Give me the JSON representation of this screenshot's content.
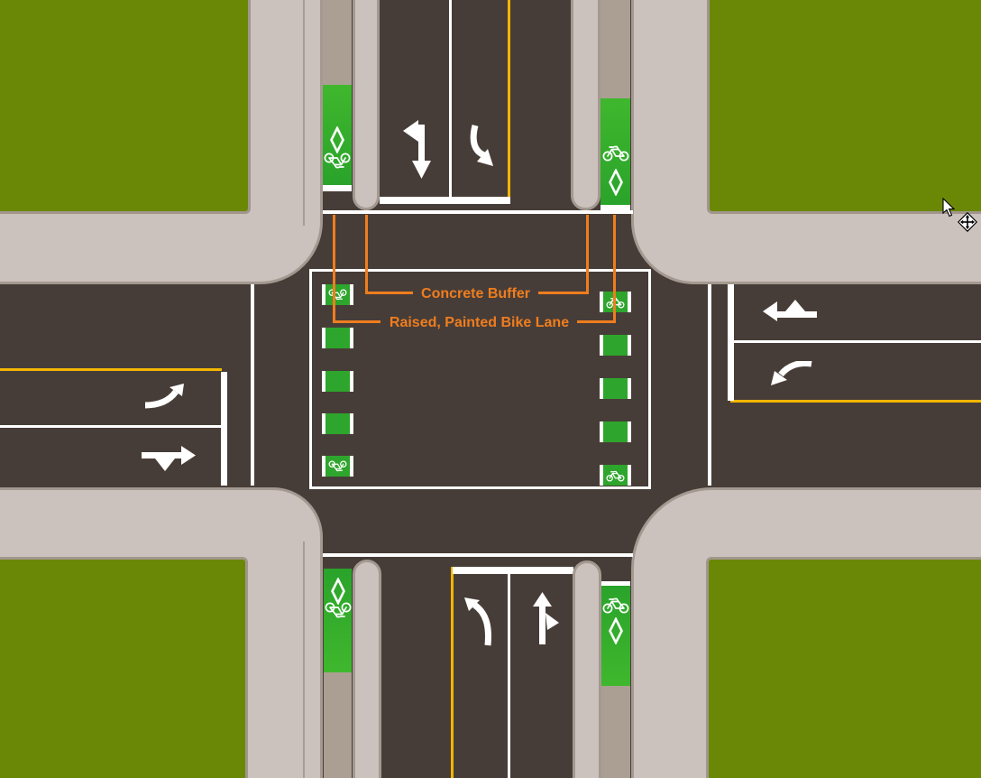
{
  "diagram": {
    "type": "intersection-plan-view",
    "annotations": [
      {
        "id": "concrete-buffer",
        "label": "Concrete Buffer",
        "points_to": "raised concrete buffer islands between travel lanes and bike lanes"
      },
      {
        "id": "raised-bike-lane",
        "label": "Raised, Painted Bike Lane",
        "points_to": "green painted raised bike lanes"
      }
    ],
    "annotation_color": "#ef7d1e",
    "colors": {
      "road": "#473d38",
      "sidewalk": "#cbc2bd",
      "curb_outline": "#a49990",
      "unpainted_concrete_lane": "#ab9f93",
      "grass": "#6a8806",
      "bike_lane_green": "#36b02c",
      "bike_lane_green_dark": "#2aa32b",
      "marking_white": "#ffffff",
      "centerline_yellow": "#f2b600"
    },
    "legs": {
      "north": {
        "bike_lane_left_symbols": [
          "diamond",
          "bicycle"
        ],
        "bike_lane_right_symbols": [
          "bicycle",
          "diamond"
        ],
        "lane_markings": [
          "left-through combo arrow",
          "right-turn curve arrow"
        ],
        "stop_bar": true
      },
      "south": {
        "bike_lane_left_symbols": [
          "diamond",
          "bicycle"
        ],
        "bike_lane_right_symbols": [
          "bicycle",
          "diamond"
        ],
        "lane_markings": [
          "left-turn curve arrow",
          "through-right combo arrow"
        ],
        "stop_bar": true
      },
      "west": {
        "lane_markings": [
          "left-turn curve arrow",
          "through-right combo arrow"
        ],
        "stop_bar": true
      },
      "east": {
        "lane_markings": [
          "through-left combo arrow",
          "left-turn curve arrow"
        ],
        "stop_bar": true
      }
    },
    "intersection_crossing": {
      "columns": 2,
      "blocks_per_column": 5,
      "bicycle_symbol_blocks": "first and last block of each column"
    },
    "cursor": {
      "pointer": "arrow",
      "badge": "move"
    }
  }
}
